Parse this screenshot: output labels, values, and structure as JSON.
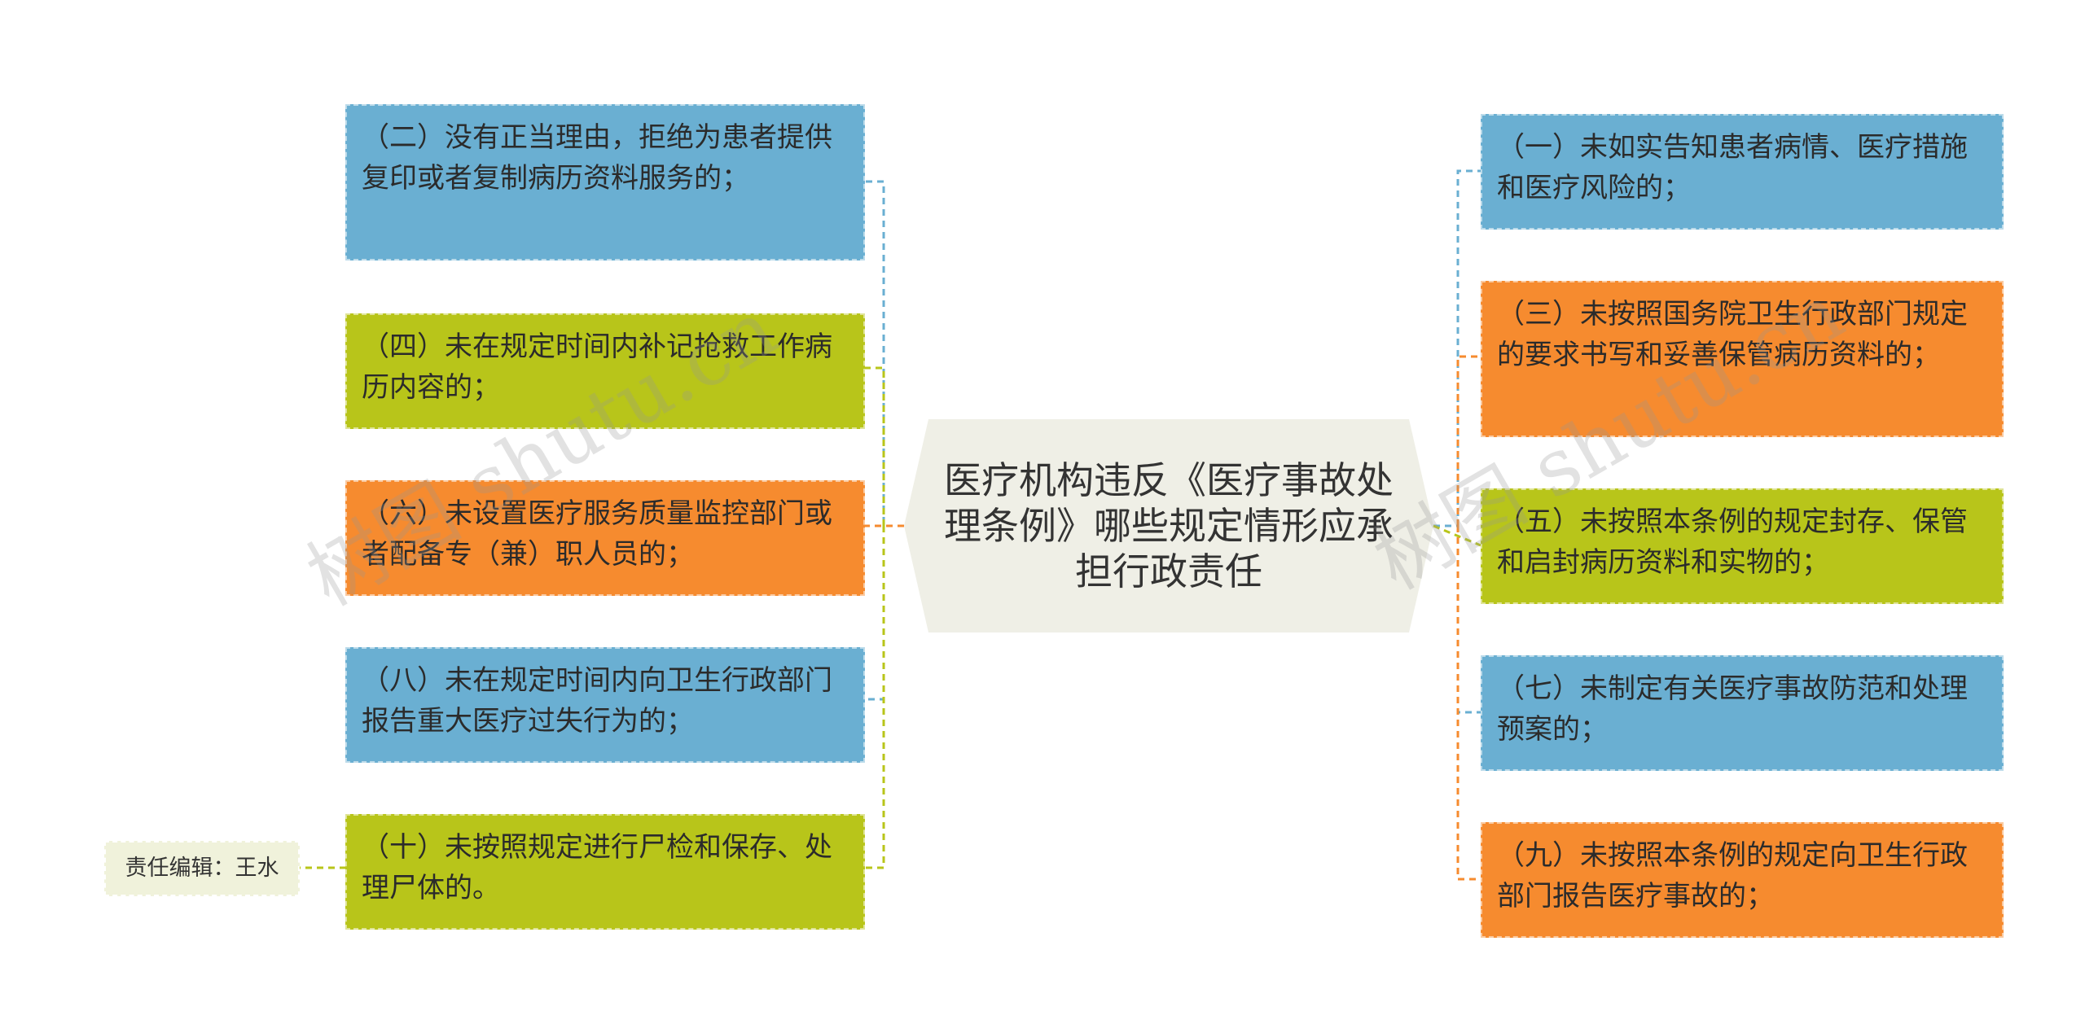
{
  "center": {
    "title": "医疗机构违反《医疗事故处理条例》哪些规定情形应承担行政责任",
    "color": "#efefe6"
  },
  "colors": {
    "blue": "#6aafd2",
    "green": "#b8c51a",
    "orange": "#f68b2f",
    "editor_bg": "#f0f2db"
  },
  "left_items": [
    {
      "text": "（二）没有正当理由，拒绝为患者提供复印或者复制病历资料服务的；",
      "color": "blue"
    },
    {
      "text": "（四）未在规定时间内补记抢救工作病历内容的；",
      "color": "green"
    },
    {
      "text": "（六）未设置医疗服务质量监控部门或者配备专（兼）职人员的；",
      "color": "orange"
    },
    {
      "text": "（八）未在规定时间内向卫生行政部门报告重大医疗过失行为的；",
      "color": "blue"
    },
    {
      "text": "（十）未按照规定进行尸检和保存、处理尸体的。",
      "color": "green"
    }
  ],
  "right_items": [
    {
      "text": "（一）未如实告知患者病情、医疗措施和医疗风险的；",
      "color": "blue"
    },
    {
      "text": "（三）未按照国务院卫生行政部门规定的要求书写和妥善保管病历资料的；",
      "color": "orange"
    },
    {
      "text": "（五）未按照本条例的规定封存、保管和启封病历资料和实物的；",
      "color": "green"
    },
    {
      "text": "（七）未制定有关医疗事故防范和处理预案的；",
      "color": "blue"
    },
    {
      "text": "（九）未按照本条例的规定向卫生行政部门报告医疗事故的；",
      "color": "orange"
    }
  ],
  "editor": {
    "label": "责任编辑：王水"
  },
  "watermark": {
    "text": "树图 shutu.cn"
  }
}
